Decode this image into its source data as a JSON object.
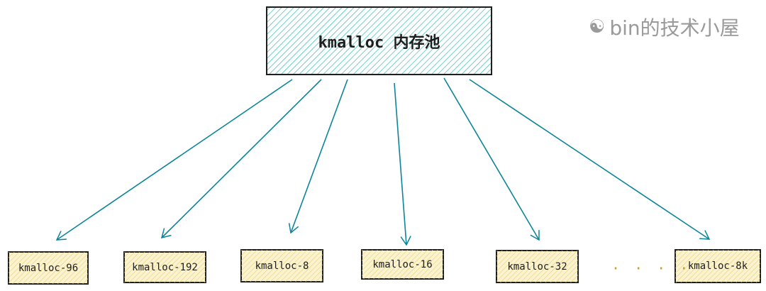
{
  "root": {
    "label": "kmalloc 内存池",
    "fill": "#12b3a8"
  },
  "caches": [
    {
      "label": "kmalloc-96"
    },
    {
      "label": "kmalloc-192"
    },
    {
      "label": "kmalloc-8"
    },
    {
      "label": "kmalloc-16"
    },
    {
      "label": "kmalloc-32"
    },
    {
      "label": "kmalloc-8k"
    }
  ],
  "ellipsis": "· · · ·",
  "watermark": "bin的技术小屋",
  "colors": {
    "arrow": "#0c8599",
    "cache_fill": "#f0d97a",
    "stroke": "#1e1e1e"
  }
}
